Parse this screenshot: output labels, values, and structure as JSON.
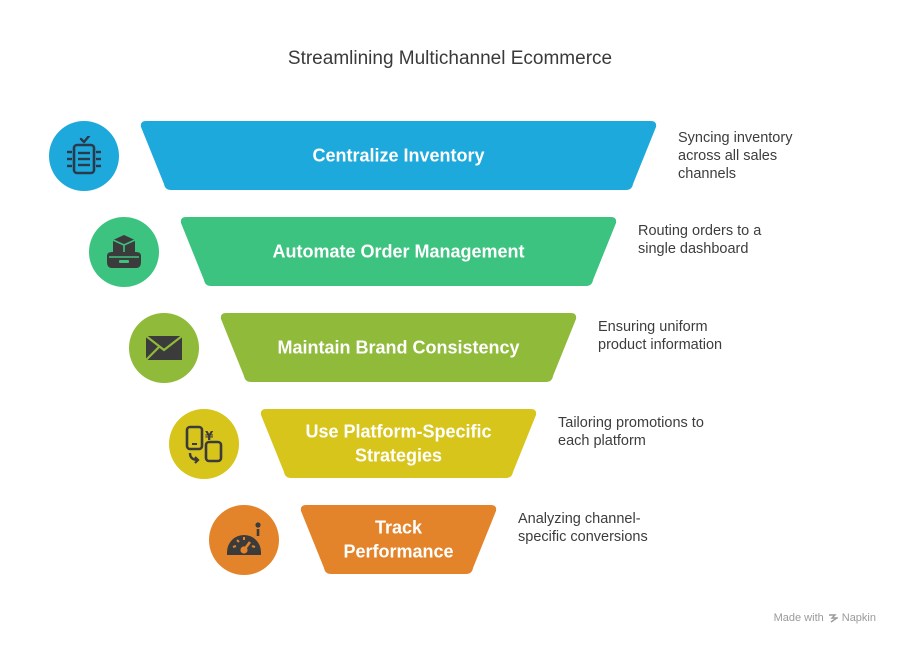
{
  "title": "Streamlining Multichannel Ecommerce",
  "steps": [
    {
      "label_lines": [
        "Centralize Inventory"
      ],
      "description": "Syncing inventory\nacross all sales\nchannels",
      "color": "#1ea9dc",
      "icon": "inventory-checklist-icon"
    },
    {
      "label_lines": [
        "Automate Order Management"
      ],
      "description": "Routing orders to a\nsingle dashboard",
      "color": "#3cc37f",
      "icon": "package-box-icon"
    },
    {
      "label_lines": [
        "Maintain Brand Consistency"
      ],
      "description": "Ensuring uniform\nproduct information",
      "color": "#8fba3a",
      "icon": "envelope-icon"
    },
    {
      "label_lines": [
        "Use Platform-Specific",
        "Strategies"
      ],
      "description": "Tailoring promotions to\neach platform",
      "color": "#d8c51c",
      "icon": "phone-currency-exchange-icon"
    },
    {
      "label_lines": [
        "Track",
        "Performance"
      ],
      "description": "Analyzing channel-\nspecific conversions",
      "color": "#e3842b",
      "icon": "speedometer-icon"
    }
  ],
  "footer": {
    "made_with": "Made with",
    "brand": "Napkin"
  }
}
